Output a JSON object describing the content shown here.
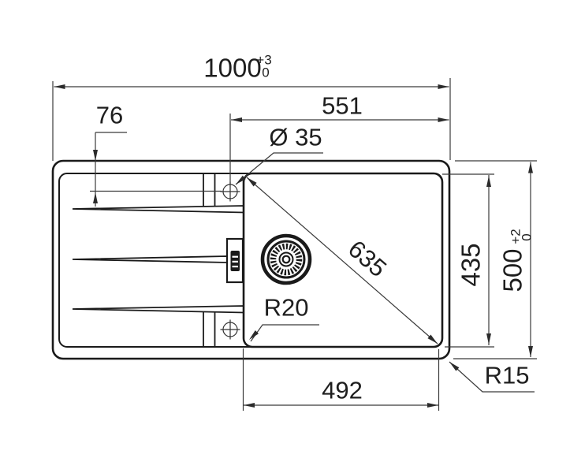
{
  "meta": {
    "type": "technical-drawing",
    "subject": "kitchen sink with drainboard, top view, dimensioned"
  },
  "colors": {
    "background": "#ffffff",
    "object_line": "#1a1a1a",
    "dimension_line": "#3a3a3a",
    "text": "#1e1e1e"
  },
  "dimensions": {
    "overall_width": {
      "value": "1000",
      "tol_plus": "+3",
      "tol_minus": "0"
    },
    "tap_center_to_right_edge": {
      "value": "551"
    },
    "top_edge_to_tap_centerline": {
      "value": "76"
    },
    "tap_hole_diameter": {
      "value": "Ø 35"
    },
    "bowl_diagonal": {
      "value": "635"
    },
    "bowl_depth": {
      "value": "435"
    },
    "overall_depth": {
      "value": "500",
      "tol_plus": "+2",
      "tol_minus": "0"
    },
    "bowl_corner_radius": {
      "value": "R20"
    },
    "rim_corner_radius": {
      "value": "R15"
    },
    "bowl_width": {
      "value": "492"
    }
  }
}
